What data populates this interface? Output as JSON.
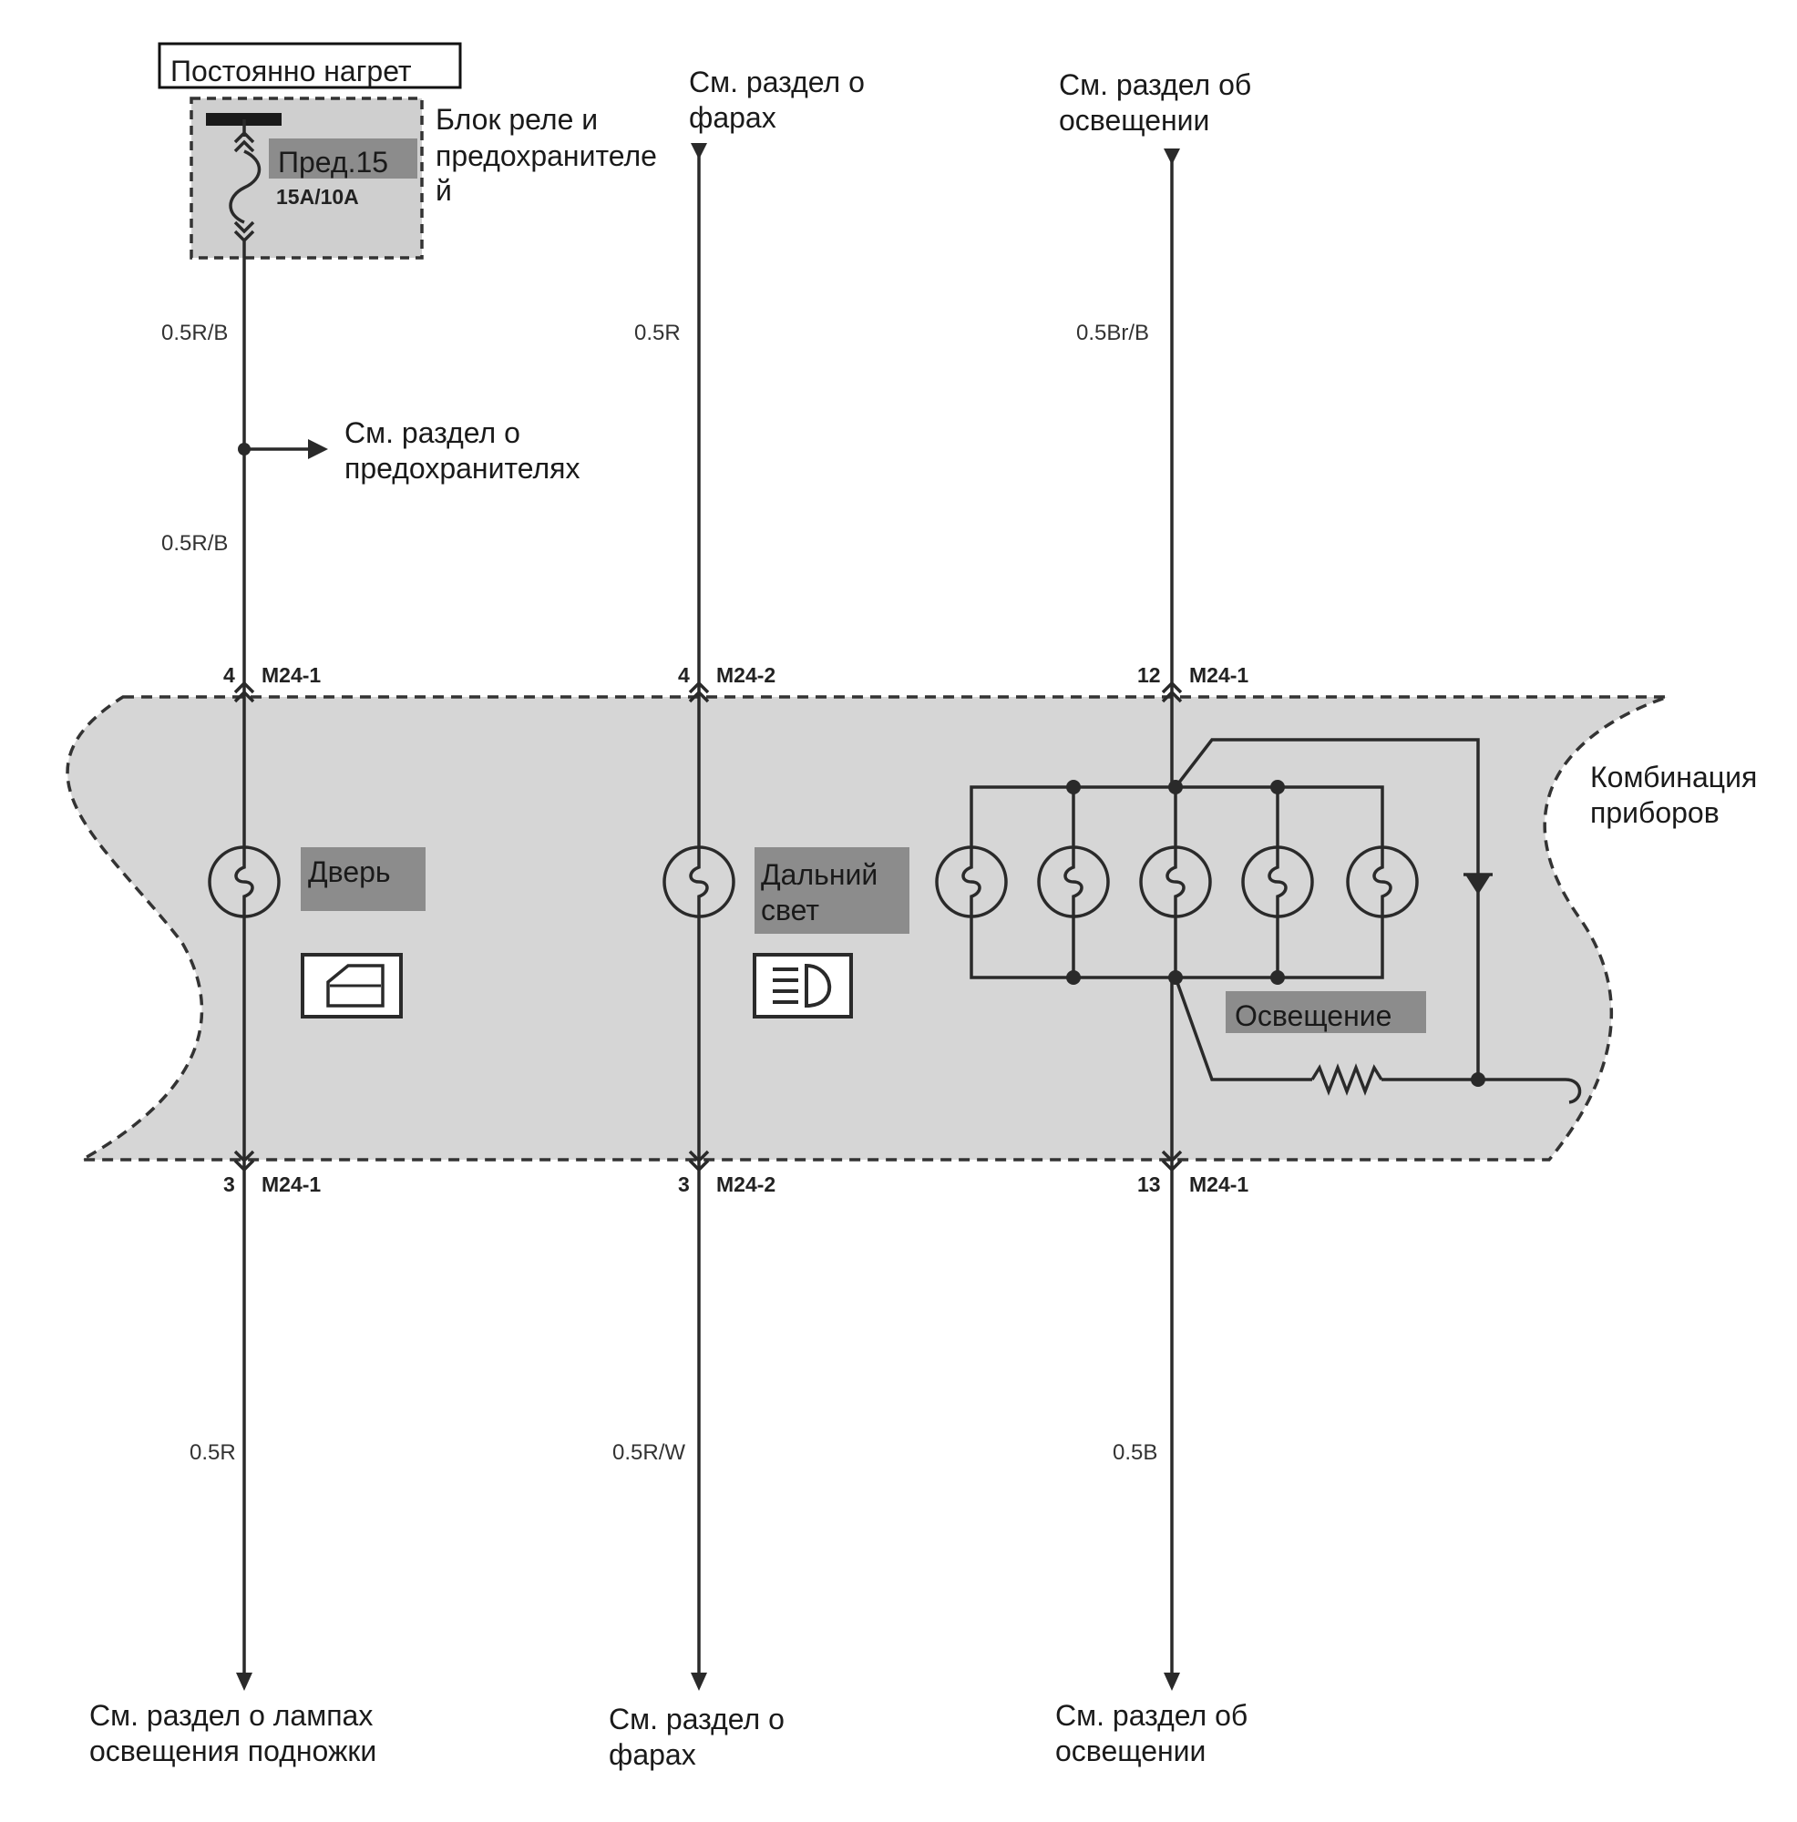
{
  "power": {
    "label": "Постоянно нагрет"
  },
  "fuse_block": {
    "fuse_label": "Пред.15",
    "rating": "15A/10A",
    "name": [
      "Блок реле и",
      "предохранителе",
      "й"
    ]
  },
  "refs": {
    "top_headlights": [
      "См. раздел о",
      "фарах"
    ],
    "top_lighting": [
      "См. раздел об",
      "освещении"
    ],
    "fuses": [
      "См. раздел о",
      "предохранителях"
    ],
    "bottom_step_lamps": [
      "См. раздел о лампах",
      "освещения подножки"
    ],
    "bottom_headlights": [
      "См. раздел о",
      "фарах"
    ],
    "bottom_lighting": [
      "См. раздел об",
      "освещении"
    ]
  },
  "wires": {
    "c1_top1": "0.5R/B",
    "c1_top2": "0.5R/B",
    "c2_top": "0.5R",
    "c3_top": "0.5Br/B",
    "c1_bottom": "0.5R",
    "c2_bottom": "0.5R/W",
    "c3_bottom": "0.5B"
  },
  "connectors": {
    "c1_top": {
      "pin": "4",
      "name": "M24-1"
    },
    "c2_top": {
      "pin": "4",
      "name": "M24-2"
    },
    "c3_top": {
      "pin": "12",
      "name": "M24-1"
    },
    "c1_bottom": {
      "pin": "3",
      "name": "M24-1"
    },
    "c2_bottom": {
      "pin": "3",
      "name": "M24-2"
    },
    "c3_bottom": {
      "pin": "13",
      "name": "M24-1"
    }
  },
  "cluster": {
    "name": [
      "Комбинация",
      "приборов"
    ],
    "door_lamp": "Дверь",
    "high_beam_lamp": [
      "Дальний",
      "свет"
    ],
    "illumination": "Освещение"
  },
  "colors": {
    "cluster_fill": "#d6d6d6",
    "label_box": "#8c8c8c",
    "wire": "#2a2a2a"
  }
}
